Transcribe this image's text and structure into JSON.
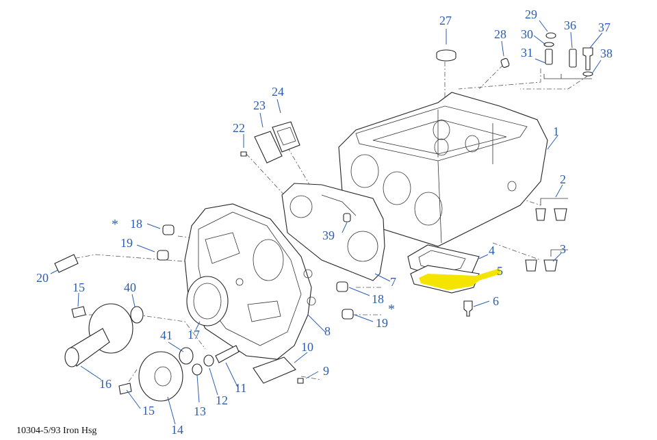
{
  "caption": "10304-5/93 Iron Hsg",
  "highlight_color": "#f5e400",
  "label_color": "#2a5db0",
  "labels": {
    "p1": "1",
    "p2": "2",
    "p3": "3",
    "p4": "4",
    "p5": "5",
    "p6": "6",
    "p7": "7",
    "p8": "8",
    "p9": "9",
    "p10": "10",
    "p11": "11",
    "p12": "12",
    "p13": "13",
    "p14": "14",
    "p15a": "15",
    "p15b": "15",
    "p16": "16",
    "p17": "17",
    "p18a": "18",
    "p18b": "18",
    "p19a": "19",
    "p19b": "19",
    "p20": "20",
    "p22": "22",
    "p23": "23",
    "p24": "24",
    "p27": "27",
    "p28": "28",
    "p29": "29",
    "p30": "30",
    "p31": "31",
    "p36": "36",
    "p37": "37",
    "p38": "38",
    "p39": "39",
    "p40": "40",
    "p41": "41",
    "star_a": "*",
    "star_b": "*"
  }
}
